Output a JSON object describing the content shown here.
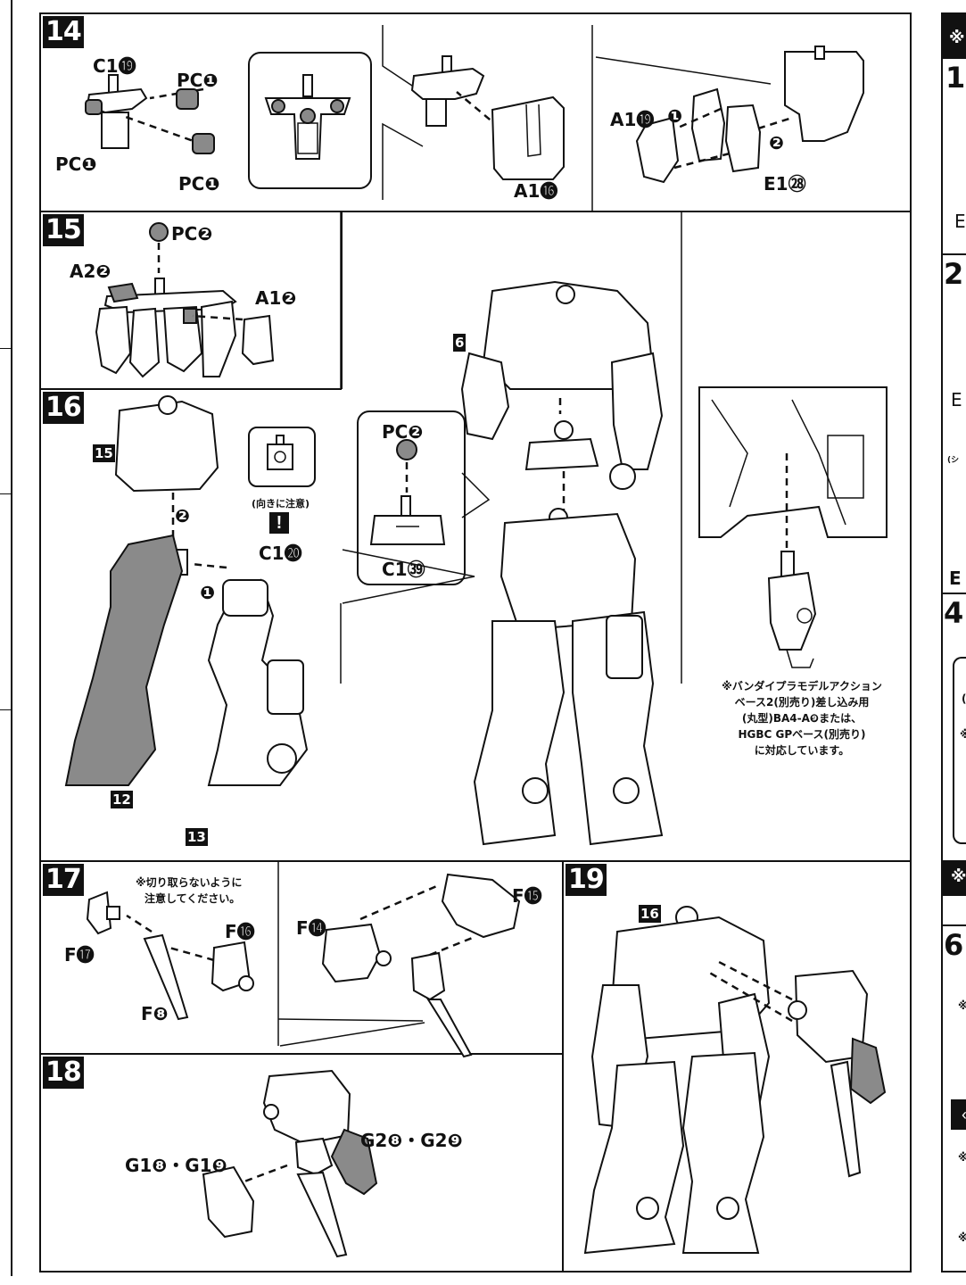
{
  "steps": {
    "s14": {
      "number": "14",
      "labels": {
        "c1_19": "C1⓳",
        "pc1_top": "PC❶",
        "pc1_left": "PC❶",
        "pc1_bottom": "PC❶",
        "a1_16": "A1⓰",
        "a1_19": "A1⓳",
        "e1_28": "E1㉘",
        "mark1": "❶",
        "mark2": "❷"
      }
    },
    "s15": {
      "number": "15",
      "labels": {
        "pc2": "PC❷",
        "a2_2": "A2❷",
        "a1_2": "A1❷"
      }
    },
    "s16": {
      "number": "16",
      "labels": {
        "ref15": "15",
        "ref12": "12",
        "ref13": "13",
        "ref6": "6",
        "c1_20": "C1⓴",
        "mark1": "❶",
        "mark2": "❷",
        "pc2": "PC❷",
        "c1_39": "C1㊴",
        "caution": "(向きに注意)",
        "exclaim": "!"
      },
      "note": [
        "※バンダイプラモデルアクション",
        "ベース2(別売り)差し込み用",
        "(丸型)BA4-A❾または、",
        "HGBC GPベース(別売り)",
        "に対応しています。"
      ]
    },
    "s17": {
      "number": "17",
      "labels": {
        "f17": "F⓱",
        "f8": "F❽",
        "f16": "F⓰",
        "f14": "F⓮",
        "f15": "F⓯"
      },
      "note": [
        "※切り取らないように",
        "注意してください。"
      ]
    },
    "s18": {
      "number": "18",
      "labels": {
        "g1": "G1❽・G1❾",
        "g2": "G2❽・G2❾"
      }
    },
    "s19": {
      "number": "19",
      "labels": {
        "ref16": "16"
      }
    }
  },
  "side": {
    "marks": [
      "※",
      "1",
      "E",
      "2",
      "E",
      "E",
      "4",
      "※",
      "6",
      "※",
      "※"
    ],
    "small": [
      "(シ",
      "(",
      "※",
      "※"
    ]
  }
}
